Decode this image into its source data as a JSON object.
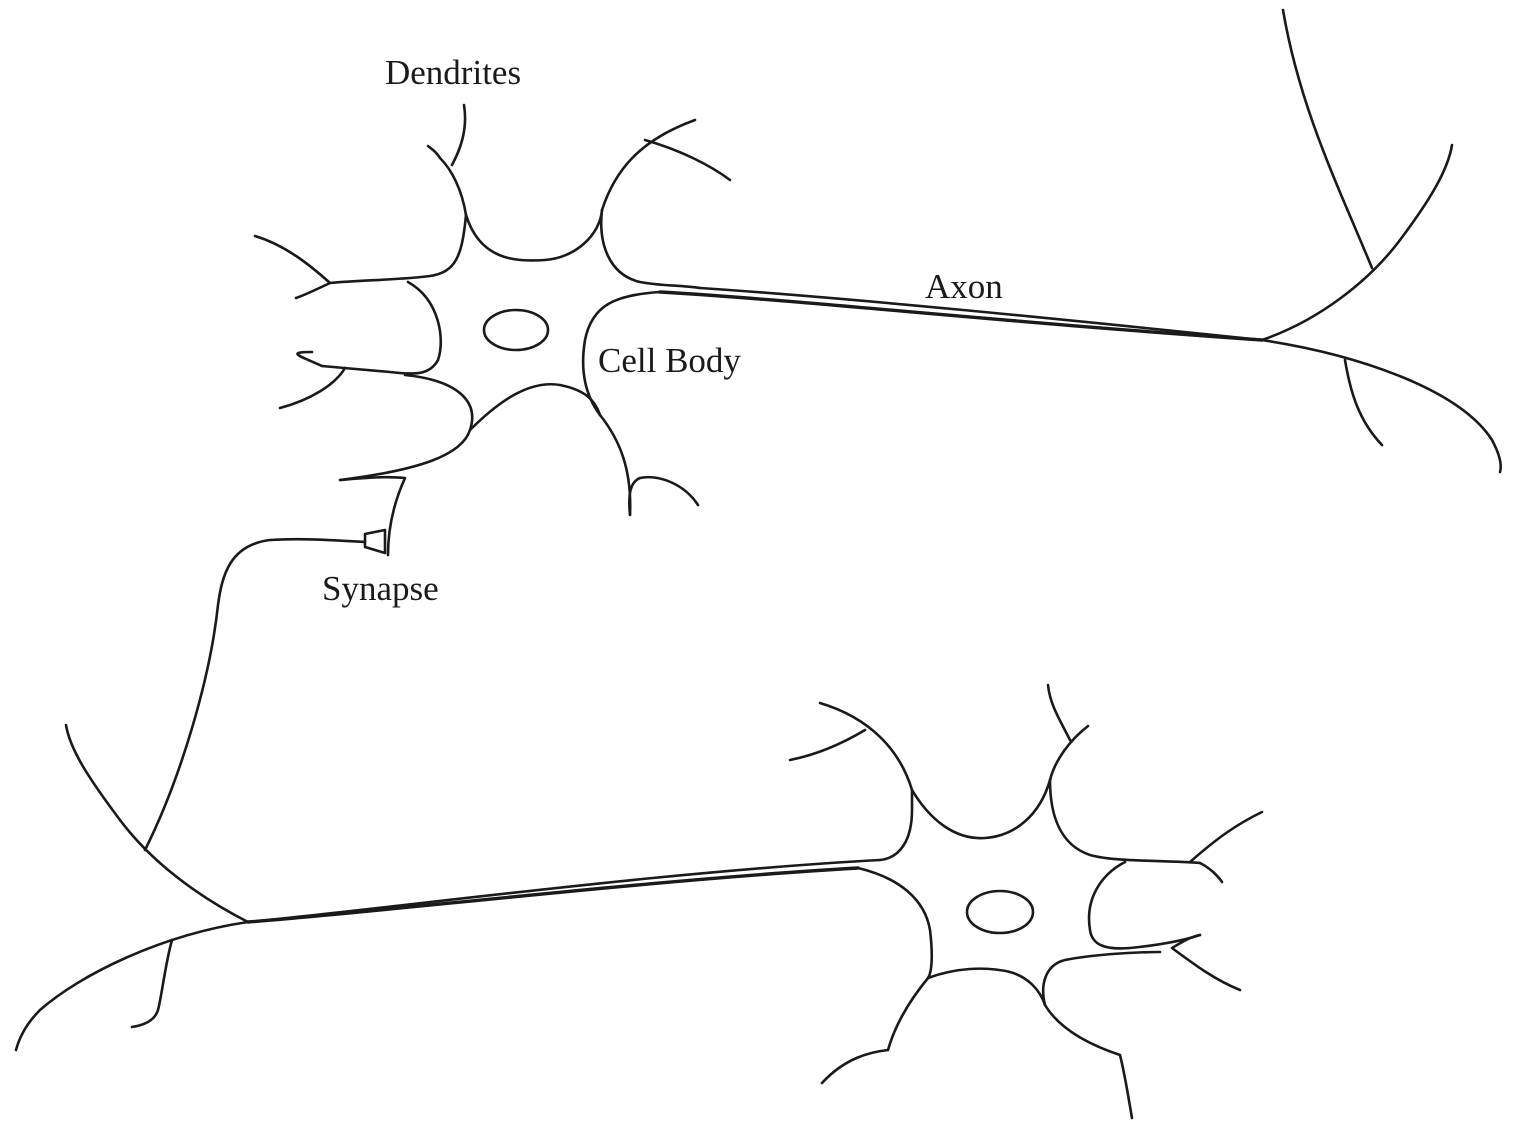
{
  "labels": {
    "dendrites": "Dendrites",
    "axon": "Axon",
    "cell_body": "Cell Body",
    "synapse": "Synapse"
  },
  "colors": {
    "line": "#1a1a1a",
    "background": "#ffffff"
  }
}
